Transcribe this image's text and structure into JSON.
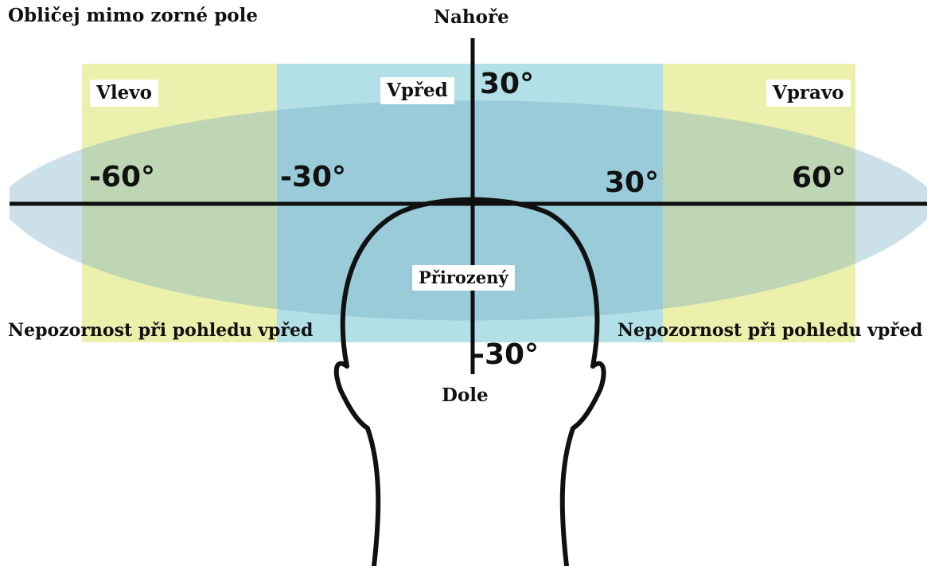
{
  "title": "Obličej mimo zorné pole",
  "directions": {
    "up": "Nahoře",
    "down": "Dole",
    "left": "Vlevo",
    "front": "Vpřed",
    "right": "Vpravo",
    "natural": "Přirozený"
  },
  "angles": {
    "vertical_top": "30°",
    "vertical_bottom": "-30°",
    "h_minus60": "-60°",
    "h_minus30": "-30°",
    "h_plus30": "30°",
    "h_plus60": "60°"
  },
  "notes": {
    "inattention_left": "Nepozornost při pohledu vpřed",
    "inattention_right": "Nepozornost při pohledu vpřed"
  },
  "colors": {
    "side_zone": "#ecf0ad",
    "front_zone": "#b3dfe6",
    "field_ellipse": "#6aa5c0",
    "axis": "#0f0f0f"
  }
}
